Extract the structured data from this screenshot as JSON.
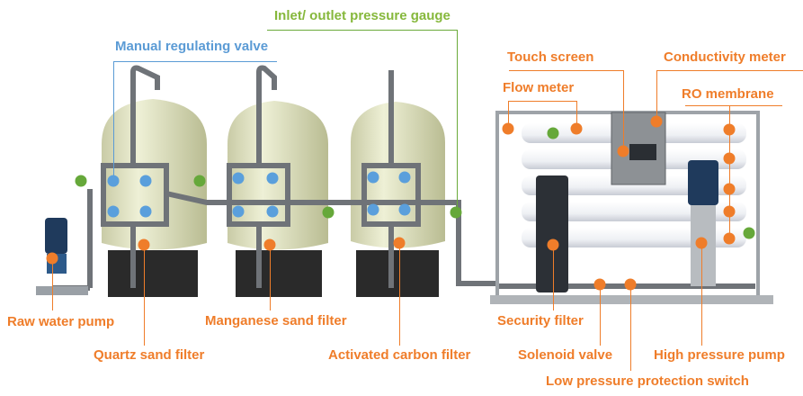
{
  "labels": {
    "inlet_outlet_gauge": "Inlet/ outlet pressure gauge",
    "manual_valve": "Manual regulating valve",
    "touch_screen": "Touch screen",
    "conductivity_meter": "Conductivity meter",
    "flow_meter": "Flow meter",
    "ro_membrane": "RO membrane",
    "raw_water_pump": "Raw water pump",
    "manganese_filter": "Manganese sand filter",
    "security_filter": "Security filter",
    "quartz_filter": "Quartz sand filter",
    "carbon_filter": "Activated carbon filter",
    "solenoid_valve": "Solenoid valve",
    "high_pressure_pump": "High pressure pump",
    "low_pressure_switch": "Low pressure protection switch"
  },
  "colors": {
    "orange": "#ef7d2a",
    "blue": "#5b9bd5",
    "green": "#6aaa3a"
  }
}
